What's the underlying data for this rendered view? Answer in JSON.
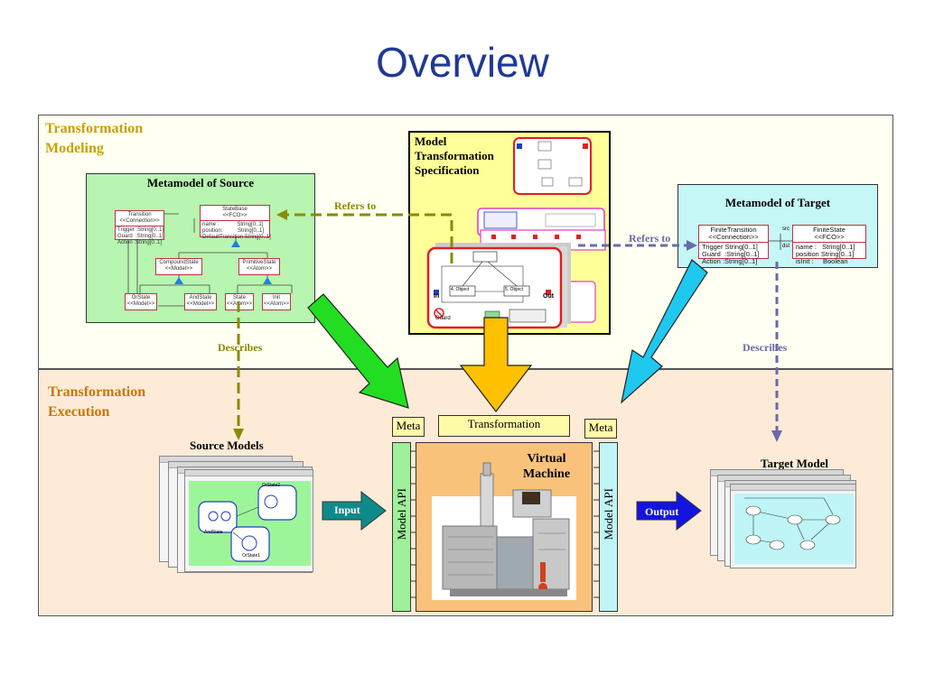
{
  "title": "Overview",
  "modeling": {
    "label": "Transformation\nModeling",
    "source_box_title": "Metamodel of Source",
    "target_box_title": "Metamodel of Target",
    "spec_box_title": "Model\nTransformation\nSpecification",
    "refers_to_left": "Refers to",
    "refers_to_right": "Refers to",
    "describes_left": "Describes",
    "describes_right": "Describes"
  },
  "source_metamodel": {
    "transition": {
      "header": "Transition\n<<Connection>>",
      "body": "Trigger :String[0..1]\nGuard  :String[0..1]\nAction :String[0..1]"
    },
    "statebase": {
      "header": "StateBase\n<<FCO>>",
      "body": "name :            String[0..1]\nposition:          String[0..1]\nDefaultTransition String[0..1]"
    },
    "compound": {
      "header": "CompoundState\n<<Model>>"
    },
    "primitive": {
      "header": "PrimitiveState\n<<Atom>>"
    },
    "orstate": {
      "header": "OrState\n<<Model>>"
    },
    "andstate": {
      "header": "AndState\n<<Model>>"
    },
    "state": {
      "header": "State\n<<Atom>>"
    },
    "init": {
      "header": "Init\n<<Atom>>"
    }
  },
  "target_metamodel": {
    "finite_transition": {
      "header": "FiniteTransition\n<<Connection>>",
      "body": "Trigger String[0..1]\nGuard  :String[0..1]\nAction :String[0..1]"
    },
    "finite_state": {
      "header": "FiniteState\n<<FCO>>",
      "body": "name :   String[0..1]\nposition String[0..1]\nisInit :     Boolean"
    },
    "src_label": "src",
    "dst_label": "dst"
  },
  "spec_detail": {
    "in_label": "In",
    "out_label": "Out",
    "guard_label": "Guard",
    "obj_left": "4. Object",
    "obj_right": "5. Object"
  },
  "execution": {
    "label": "Transformation\nExecution",
    "meta_left": "Meta",
    "meta_right": "Meta",
    "transformation": "Transformation",
    "source_models": "Source Models",
    "target_model": "Target Model",
    "virtual_machine": "Virtual\nMachine",
    "model_api_left": "Model API",
    "model_api_right": "Model API",
    "input": "Input",
    "output": "Output",
    "source_window": {
      "orstate2": "OrState2",
      "andstate": "AndState",
      "orstate1": "OrState1"
    }
  },
  "colors": {
    "title": "#1f3a93",
    "modeling_label": "#c8a000",
    "execution_label": "#c87800",
    "green_arrow": "#22dd22",
    "gold_arrow": "#ffc000",
    "cyan_arrow": "#1ec8ef",
    "dashed_olive": "#8a8a00",
    "dashed_purple": "#6a6aa8",
    "input_button": "#0e8a8a",
    "output_button": "#1414e0"
  }
}
